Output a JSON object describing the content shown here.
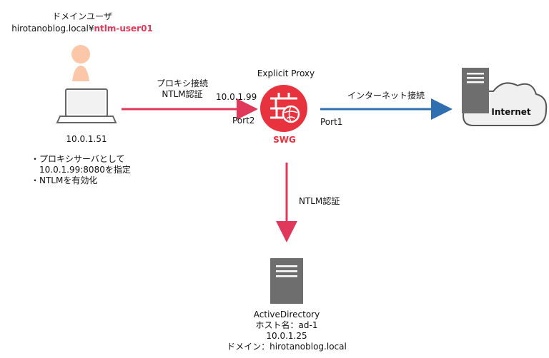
{
  "user": {
    "caption": "ドメインユーザ",
    "account_prefix": "hirotanoblog.local¥",
    "account_name": "ntlm-user01"
  },
  "client": {
    "ip": "10.0.1.51",
    "note_line1": "・プロキシサーバとして",
    "note_line2": "10.0.1.99:8080を指定",
    "note_line3": "・NTLMを有効化"
  },
  "link_client_proxy": {
    "line1": "プロキシ接続",
    "line2": "NTLM認証"
  },
  "proxy": {
    "title": "Explicit Proxy",
    "ip": "10.0.1.99",
    "port_in": "Port2",
    "port_out": "Port1",
    "badge": "SWG"
  },
  "link_proxy_internet": {
    "label": "インターネット接続"
  },
  "internet": {
    "label": "Internet"
  },
  "link_proxy_ad": {
    "label": "NTLM認証"
  },
  "ad": {
    "name": "ActiveDirectory",
    "host": "ホスト名：ad-1",
    "ip": "10.0.1.25",
    "domain": "ドメイン：hirotanoblog.local"
  },
  "colors": {
    "red": "#e0385a",
    "blue": "#2f6fb0",
    "swg_red": "#e8323e",
    "server": "#6e6e6e",
    "user_icon": "#fbc7a8"
  }
}
